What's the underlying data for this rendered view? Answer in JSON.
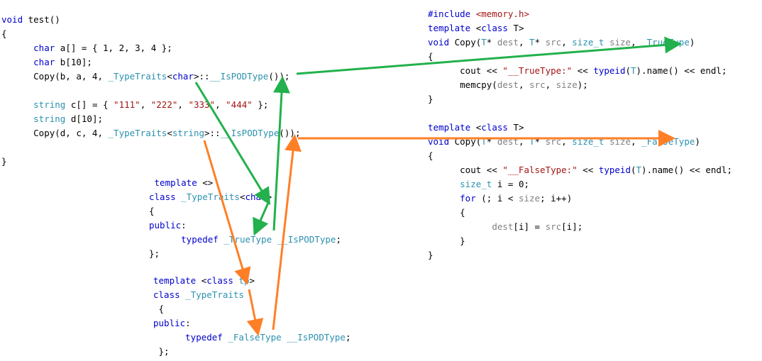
{
  "blocks": {
    "test_func": [
      [
        {
          "t": "void",
          "c": "kw"
        },
        {
          "t": " test()"
        }
      ],
      [
        {
          "t": "{"
        }
      ],
      [
        {
          "t": "      "
        },
        {
          "t": "char",
          "c": "kw"
        },
        {
          "t": " a[] = { 1, 2, 3, 4 };"
        }
      ],
      [
        {
          "t": "      "
        },
        {
          "t": "char",
          "c": "kw"
        },
        {
          "t": " b[10];"
        }
      ],
      [
        {
          "t": "      Copy(b, a, 4, "
        },
        {
          "t": "_TypeTraits",
          "c": "ty"
        },
        {
          "t": "<"
        },
        {
          "t": "char",
          "c": "kw"
        },
        {
          "t": ">::"
        },
        {
          "t": "__IsPODType",
          "c": "ty"
        },
        {
          "t": "());"
        }
      ],
      [
        {
          "t": ""
        }
      ],
      [
        {
          "t": "      "
        },
        {
          "t": "string",
          "c": "ty"
        },
        {
          "t": " c[] = { "
        },
        {
          "t": "\"111\"",
          "c": "str"
        },
        {
          "t": ", "
        },
        {
          "t": "\"222\"",
          "c": "str"
        },
        {
          "t": ", "
        },
        {
          "t": "\"333\"",
          "c": "str"
        },
        {
          "t": ", "
        },
        {
          "t": "\"444\"",
          "c": "str"
        },
        {
          "t": " };"
        }
      ],
      [
        {
          "t": "      "
        },
        {
          "t": "string",
          "c": "ty"
        },
        {
          "t": " d[10];"
        }
      ],
      [
        {
          "t": "      Copy(d, c, 4, "
        },
        {
          "t": "_TypeTraits",
          "c": "ty"
        },
        {
          "t": "<"
        },
        {
          "t": "string",
          "c": "ty"
        },
        {
          "t": ">::"
        },
        {
          "t": "__IsPODType",
          "c": "ty"
        },
        {
          "t": "());"
        }
      ],
      [
        {
          "t": ""
        }
      ],
      [
        {
          "t": "}"
        }
      ]
    ],
    "copy_true": [
      [
        {
          "t": "#include ",
          "c": "pp"
        },
        {
          "t": "<memory.h>",
          "c": "str"
        }
      ],
      [
        {
          "t": "template",
          "c": "kw"
        },
        {
          "t": " <"
        },
        {
          "t": "class",
          "c": "kw"
        },
        {
          "t": " T>"
        }
      ],
      [
        {
          "t": "void",
          "c": "kw"
        },
        {
          "t": " Copy("
        },
        {
          "t": "T",
          "c": "ty"
        },
        {
          "t": "* "
        },
        {
          "t": "dest",
          "c": "gr"
        },
        {
          "t": ", "
        },
        {
          "t": "T",
          "c": "ty"
        },
        {
          "t": "* "
        },
        {
          "t": "src",
          "c": "gr"
        },
        {
          "t": ", "
        },
        {
          "t": "size_t",
          "c": "ty"
        },
        {
          "t": " "
        },
        {
          "t": "size",
          "c": "gr"
        },
        {
          "t": ", "
        },
        {
          "t": "_TrueType",
          "c": "ty"
        },
        {
          "t": ")"
        }
      ],
      [
        {
          "t": "{"
        }
      ],
      [
        {
          "t": "      cout << "
        },
        {
          "t": "\"__TrueType:\"",
          "c": "str"
        },
        {
          "t": " << "
        },
        {
          "t": "typeid",
          "c": "kw"
        },
        {
          "t": "("
        },
        {
          "t": "T",
          "c": "ty"
        },
        {
          "t": ").name() << endl;"
        }
      ],
      [
        {
          "t": "      memcpy("
        },
        {
          "t": "dest",
          "c": "gr"
        },
        {
          "t": ", "
        },
        {
          "t": "src",
          "c": "gr"
        },
        {
          "t": ", "
        },
        {
          "t": "size",
          "c": "gr"
        },
        {
          "t": ");"
        }
      ],
      [
        {
          "t": "}"
        }
      ]
    ],
    "copy_false": [
      [
        {
          "t": "template",
          "c": "kw"
        },
        {
          "t": " <"
        },
        {
          "t": "class",
          "c": "kw"
        },
        {
          "t": " T>"
        }
      ],
      [
        {
          "t": "void",
          "c": "kw"
        },
        {
          "t": " Copy("
        },
        {
          "t": "T",
          "c": "ty"
        },
        {
          "t": "* "
        },
        {
          "t": "dest",
          "c": "gr"
        },
        {
          "t": ", "
        },
        {
          "t": "T",
          "c": "ty"
        },
        {
          "t": "* "
        },
        {
          "t": "src",
          "c": "gr"
        },
        {
          "t": ", "
        },
        {
          "t": "size_t",
          "c": "ty"
        },
        {
          "t": " "
        },
        {
          "t": "size",
          "c": "gr"
        },
        {
          "t": ", "
        },
        {
          "t": "_FalseType",
          "c": "ty"
        },
        {
          "t": ")"
        }
      ],
      [
        {
          "t": "{"
        }
      ],
      [
        {
          "t": "      cout << "
        },
        {
          "t": "\"__FalseType:\"",
          "c": "str"
        },
        {
          "t": " << "
        },
        {
          "t": "typeid",
          "c": "kw"
        },
        {
          "t": "("
        },
        {
          "t": "T",
          "c": "ty"
        },
        {
          "t": ").name() << endl;"
        }
      ],
      [
        {
          "t": "      "
        },
        {
          "t": "size_t",
          "c": "ty"
        },
        {
          "t": " i = 0;"
        }
      ],
      [
        {
          "t": "      "
        },
        {
          "t": "for",
          "c": "kw"
        },
        {
          "t": " (; i < "
        },
        {
          "t": "size",
          "c": "gr"
        },
        {
          "t": "; i++)"
        }
      ],
      [
        {
          "t": "      {"
        }
      ],
      [
        {
          "t": "            "
        },
        {
          "t": "dest",
          "c": "gr"
        },
        {
          "t": "[i] = "
        },
        {
          "t": "src",
          "c": "gr"
        },
        {
          "t": "[i];"
        }
      ],
      [
        {
          "t": "      }"
        }
      ],
      [
        {
          "t": "}"
        }
      ]
    ],
    "traits_char": [
      [
        {
          "t": " "
        },
        {
          "t": "template",
          "c": "kw"
        },
        {
          "t": " <>"
        }
      ],
      [
        {
          "t": "class",
          "c": "kw"
        },
        {
          "t": " "
        },
        {
          "t": "_TypeTraits",
          "c": "ty"
        },
        {
          "t": "<"
        },
        {
          "t": "char",
          "c": "kw"
        },
        {
          "t": ">"
        }
      ],
      [
        {
          "t": "{"
        }
      ],
      [
        {
          "t": "public",
          "c": "kw"
        },
        {
          "t": ":"
        }
      ],
      [
        {
          "t": "      "
        },
        {
          "t": "typedef",
          "c": "kw"
        },
        {
          "t": " "
        },
        {
          "t": "_TrueType",
          "c": "ty"
        },
        {
          "t": " "
        },
        {
          "t": "__IsPODType",
          "c": "ty"
        },
        {
          "t": ";"
        }
      ],
      [
        {
          "t": "};"
        }
      ]
    ],
    "traits_generic": [
      [
        {
          "t": "template",
          "c": "kw"
        },
        {
          "t": " <"
        },
        {
          "t": "class",
          "c": "kw"
        },
        {
          "t": " "
        },
        {
          "t": "tp",
          "c": "ty"
        },
        {
          "t": ">"
        }
      ],
      [
        {
          "t": "class",
          "c": "kw"
        },
        {
          "t": " "
        },
        {
          "t": "_TypeTraits",
          "c": "ty"
        }
      ],
      [
        {
          "t": " {"
        }
      ],
      [
        {
          "t": "public",
          "c": "kw"
        },
        {
          "t": ":"
        }
      ],
      [
        {
          "t": "      "
        },
        {
          "t": "typedef",
          "c": "kw"
        },
        {
          "t": " "
        },
        {
          "t": "_FalseType",
          "c": "ty"
        },
        {
          "t": " "
        },
        {
          "t": "__IsPODType",
          "c": "ty"
        },
        {
          "t": ";"
        }
      ],
      [
        {
          "t": " };"
        }
      ]
    ]
  },
  "colors": {
    "keyword": "#0000cc",
    "type": "#2b91af",
    "string": "#a31515",
    "param": "#808080",
    "arrow_true": "#22b14c",
    "arrow_false": "#ff7f27"
  }
}
